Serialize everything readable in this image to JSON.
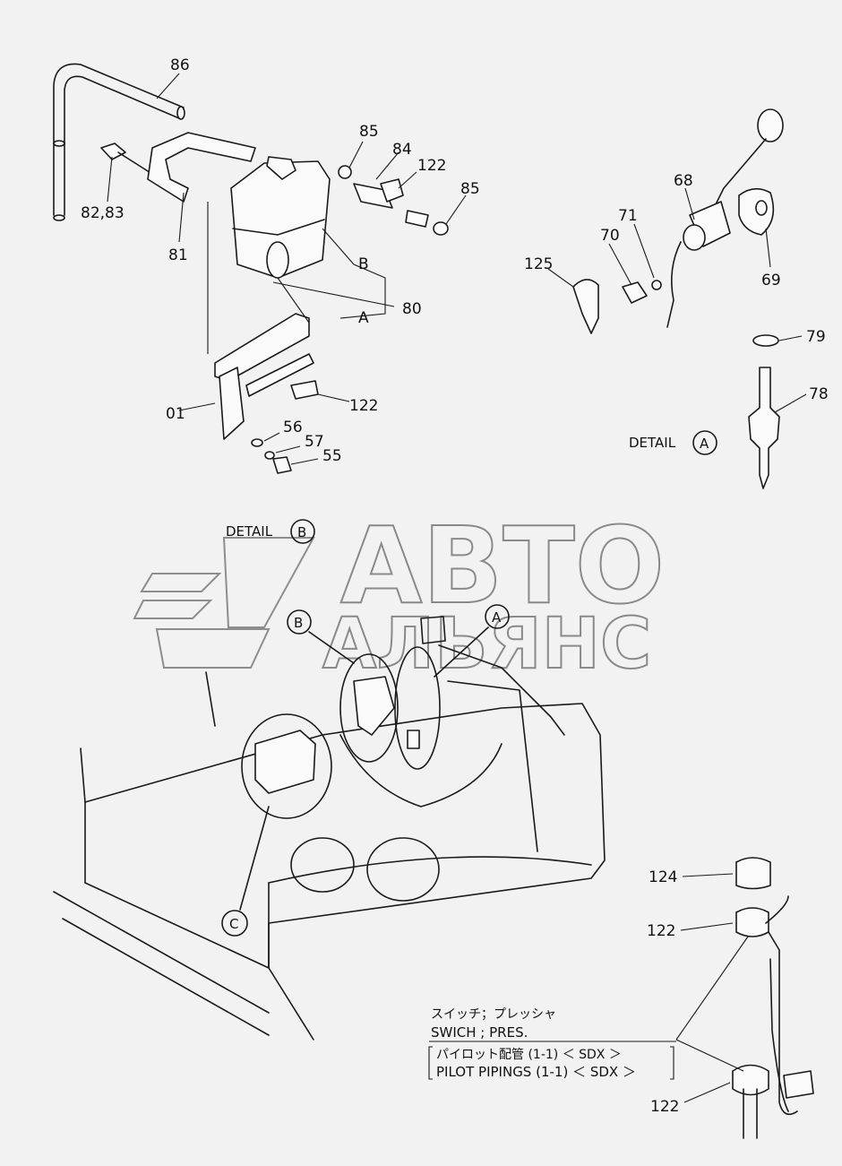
{
  "watermark": {
    "line1": "АВТО",
    "line2": "АЛЬЯНС"
  },
  "callouts": {
    "c86": "86",
    "c82_83": "82,83",
    "c81": "81",
    "c85a": "85",
    "c84": "84",
    "c122a": "122",
    "c85b": "85",
    "cB": "B",
    "c80": "80",
    "cA": "A",
    "c122b": "122",
    "c01": "01",
    "c56": "56",
    "c57": "57",
    "c55": "55",
    "c68": "68",
    "c71": "71",
    "c70": "70",
    "c125": "125",
    "c69": "69",
    "c79": "79",
    "c78": "78",
    "c124": "124",
    "c122c": "122",
    "c122d": "122"
  },
  "details": {
    "detail_a_label": "DETAIL",
    "detail_a_letter": "A",
    "detail_b_label": "DETAIL",
    "detail_b_letter": "B",
    "circle_b": "B",
    "circle_a": "A",
    "circle_c": "C"
  },
  "note": {
    "jp_switch": "スイッチ；プレッシャ",
    "en_switch": "SWICH ; PRES.",
    "jp_pilot": "パイロット配管 (1-1) ＜ SDX ＞",
    "en_pilot": "PILOT  PIPINGS (1-1) ＜ SDX ＞"
  }
}
